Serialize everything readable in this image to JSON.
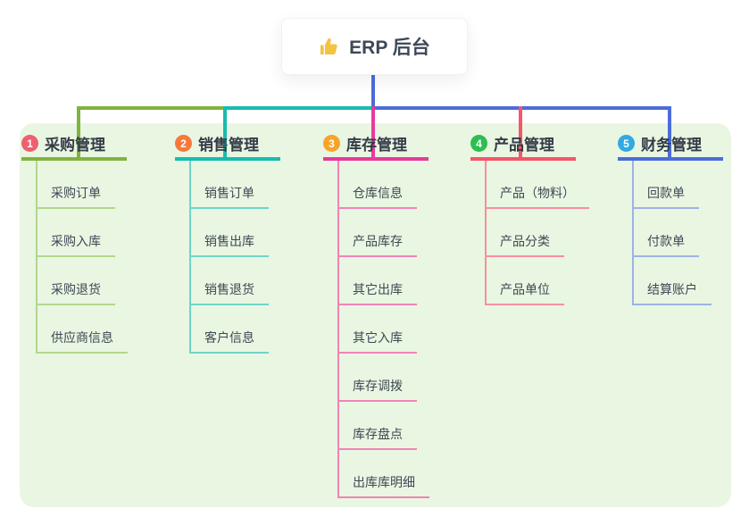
{
  "root": {
    "label": "ERP 后台",
    "icon": "thumbs-up-icon",
    "icon_color": "#f5c242",
    "connector_color": "#4c6cd8"
  },
  "panel_bg": "#e9f6e2",
  "branches": [
    {
      "number": "1",
      "label": "采购管理",
      "badge_color": "#ee5f6f",
      "line_color": "#7fb43f",
      "child_line_color": "#b3d78e",
      "children": [
        "采购订单",
        "采购入库",
        "采购退货",
        "供应商信息"
      ]
    },
    {
      "number": "2",
      "label": "销售管理",
      "badge_color": "#f6793b",
      "line_color": "#17bcb0",
      "child_line_color": "#6fd4c9",
      "children": [
        "销售订单",
        "销售出库",
        "销售退货",
        "客户信息"
      ]
    },
    {
      "number": "3",
      "label": "库存管理",
      "badge_color": "#f7a429",
      "line_color": "#e83a9c",
      "child_line_color": "#f084b8",
      "children": [
        "仓库信息",
        "产品库存",
        "其它出库",
        "其它入库",
        "库存调拨",
        "库存盘点",
        "出库库明细"
      ]
    },
    {
      "number": "4",
      "label": "产品管理",
      "badge_color": "#2dbe52",
      "line_color": "#f4566b",
      "child_line_color": "#f78f9d",
      "children": [
        "产品（物料）",
        "产品分类",
        "产品单位"
      ]
    },
    {
      "number": "5",
      "label": "财务管理",
      "badge_color": "#32a9e2",
      "line_color": "#4c6cd8",
      "child_line_color": "#9fb2e6",
      "children": [
        "回款单",
        "付款单",
        "结算账户"
      ]
    }
  ]
}
